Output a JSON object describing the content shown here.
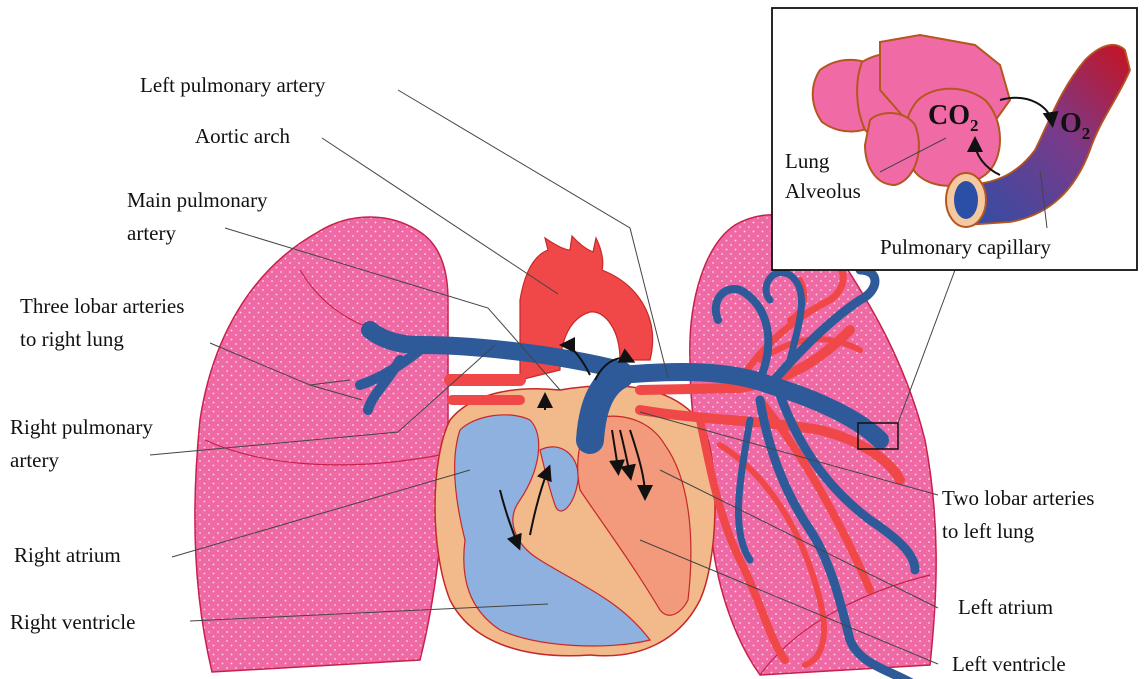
{
  "labels": {
    "left_pulmonary_artery": "Left pulmonary artery",
    "aortic_arch": "Aortic arch",
    "main_pulmonary_artery_1": "Main pulmonary",
    "main_pulmonary_artery_2": "artery",
    "three_lobar_1": "Three lobar arteries",
    "three_lobar_2": "to right lung",
    "right_pulmonary_artery_1": "Right pulmonary",
    "right_pulmonary_artery_2": "artery",
    "right_atrium": "Right atrium",
    "right_ventricle": "Right ventricle",
    "two_lobar_1": "Two lobar arteries",
    "two_lobar_2": "to left lung",
    "left_atrium": "Left atrium",
    "left_ventricle": "Left ventricle"
  },
  "inset": {
    "co2": "CO",
    "co2_sub": "2",
    "o2": "O",
    "o2_sub": "2",
    "lung_alveolus_1": "Lung",
    "lung_alveolus_2": "Alveolus",
    "pulmonary_capillary": "Pulmonary capillary"
  },
  "colors": {
    "lung_pink": "#f06aa5",
    "artery_red": "#f04848",
    "vein_blue": "#2e5a9a",
    "heart_tan": "#f2b98a",
    "right_heart_blue": "#8fb1e0",
    "left_heart_orange": "#f39a7c"
  }
}
